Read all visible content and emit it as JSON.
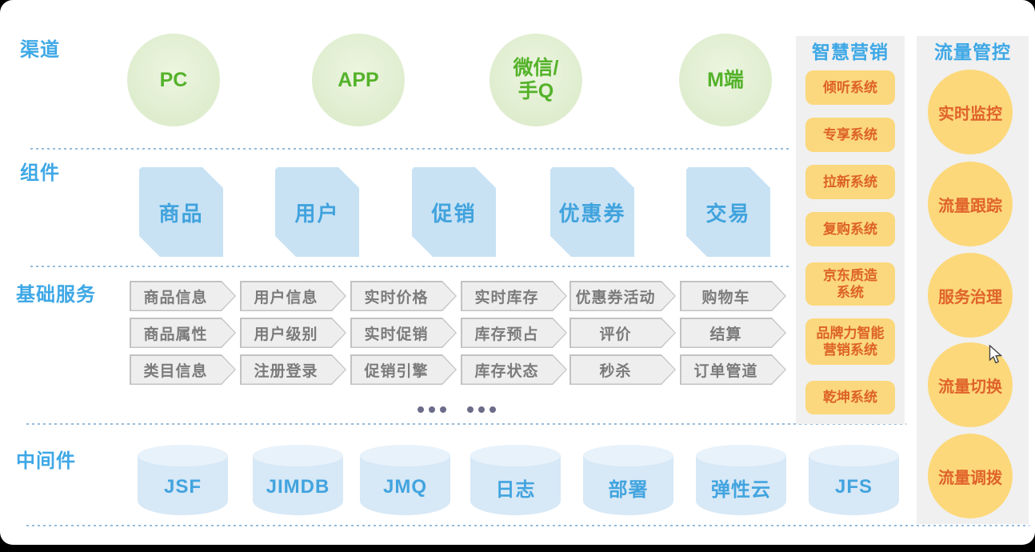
{
  "sections": {
    "channels": {
      "label": "渠道",
      "items": [
        "PC",
        "APP",
        "微信/\n手Q",
        "M端"
      ]
    },
    "components": {
      "label": "组件",
      "items": [
        "商品",
        "用户",
        "促销",
        "优惠券",
        "交易"
      ]
    },
    "services": {
      "label": "基础服务",
      "rows": [
        [
          "商品信息",
          "用户信息",
          "实时价格",
          "实时库存",
          "优惠券活动",
          "购物车"
        ],
        [
          "商品属性",
          "用户级别",
          "实时促销",
          "库存预占",
          "评价",
          "结算"
        ],
        [
          "类目信息",
          "注册登录",
          "促销引擎",
          "库存状态",
          "秒杀",
          "订单管道"
        ]
      ]
    },
    "middleware": {
      "label": "中间件",
      "items": [
        "JSF",
        "JIMDB",
        "JMQ",
        "日志",
        "部署",
        "弹性云",
        "JFS"
      ]
    },
    "marketing": {
      "label": "智慧营销",
      "items": [
        "倾听系统",
        "专享系统",
        "拉新系统",
        "复购系统",
        "京东质造\n系统",
        "品牌力智能\n营销系统",
        "乾坤系统"
      ]
    },
    "traffic": {
      "label": "流量管控",
      "items": [
        "实时监控",
        "流量跟踪",
        "服务治理",
        "流量切换",
        "流量调拨"
      ]
    }
  },
  "colors": {
    "section_label": "#3EA8E6",
    "channel_fill": "#DDECCC",
    "channel_text": "#54B22A",
    "component_fill": "#C8E2F4",
    "component_text": "#41A3DD",
    "service_fill": "#EEEEEF",
    "service_border": "#C2C2C2",
    "service_text": "#7B7B7B",
    "cylinder_fill": "#D7E8F6",
    "cylinder_text": "#42A4DF",
    "panel_bg": "#F0F0F0",
    "marketing_btn_fill": "#FBD87D",
    "marketing_btn_text": "#DD6227",
    "traffic_circle_fill": "#FCD87A",
    "traffic_circle_text": "#E0632B"
  }
}
